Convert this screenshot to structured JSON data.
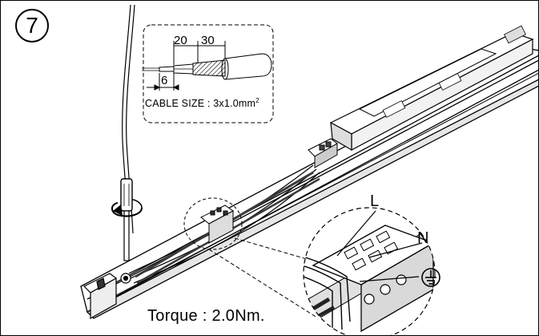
{
  "step": {
    "number": "7"
  },
  "cable_spec": {
    "dim_outer_strip": "20",
    "dim_jacket_strip": "30",
    "dim_conductor_strip": "6",
    "cable_size_text": "CABLE SIZE : 3x1.0mm",
    "cable_size_sup": "2"
  },
  "terminal_labels": {
    "live": "L",
    "neutral": "N"
  },
  "icons": {
    "ground": "ground-symbol-icon",
    "rotate": "rotate-arrow-icon",
    "screwdriver": "screwdriver-icon"
  },
  "torque": {
    "text": "Torque : 2.0Nm."
  },
  "colors": {
    "line": "#000000",
    "background": "#ffffff",
    "shade": "#bfbfbf",
    "dark": "#3a3a3a"
  }
}
